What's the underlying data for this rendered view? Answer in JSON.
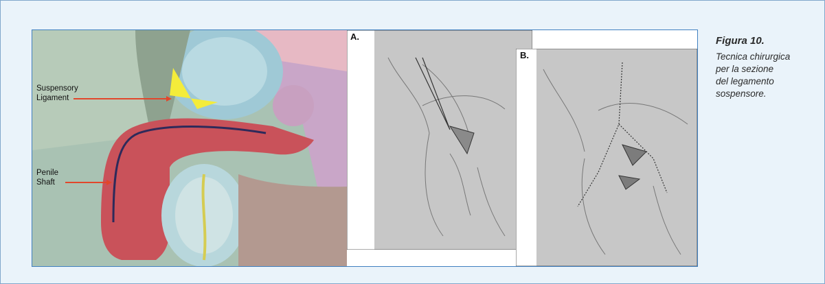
{
  "figure": {
    "title": "Figura 10.",
    "caption_lines": [
      "Tecnica chirurgica",
      "per la sezione",
      "del legamento",
      "sospensore."
    ],
    "panel_a_label": "A.",
    "panel_b_label": "B."
  },
  "annotations": {
    "suspensory_line1": "Suspensory",
    "suspensory_line2": "Ligament",
    "shaft_line1": "Penile",
    "shaft_line2": "Shaft"
  },
  "colors": {
    "frame_bg": "#eaf3fa",
    "frame_border": "#7fa6cb",
    "figure_border": "#3f7fc0",
    "arrow": "#e2462b",
    "ligament": "#f4ec3a"
  }
}
